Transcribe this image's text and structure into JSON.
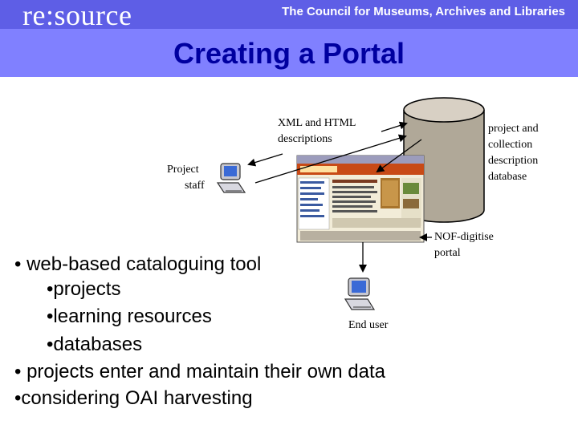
{
  "header": {
    "logo": "re:source",
    "organisation": "The Council for Museums, Archives and Libraries",
    "title": "Creating a Portal"
  },
  "diagram": {
    "xml_html_line1": "XML and HTML",
    "xml_html_line2": "descriptions",
    "project_staff_line1": "Project",
    "project_staff_line2": "staff",
    "database_line1": "project and",
    "database_line2": "collection",
    "database_line3": "description",
    "database_line4": "database",
    "portal_line1": "NOF-digitise",
    "portal_line2": "portal",
    "end_user": "End user"
  },
  "bullets": [
    "• web-based cataloguing tool",
    "•projects",
    "•learning resources",
    "•databases",
    "• projects enter and maintain their own data",
    "•considering OAI harvesting"
  ],
  "colors": {
    "banner": "#8080ff",
    "topbar": "#5e5ee6",
    "title": "#0000a0",
    "cylinder": "#b0a898"
  }
}
